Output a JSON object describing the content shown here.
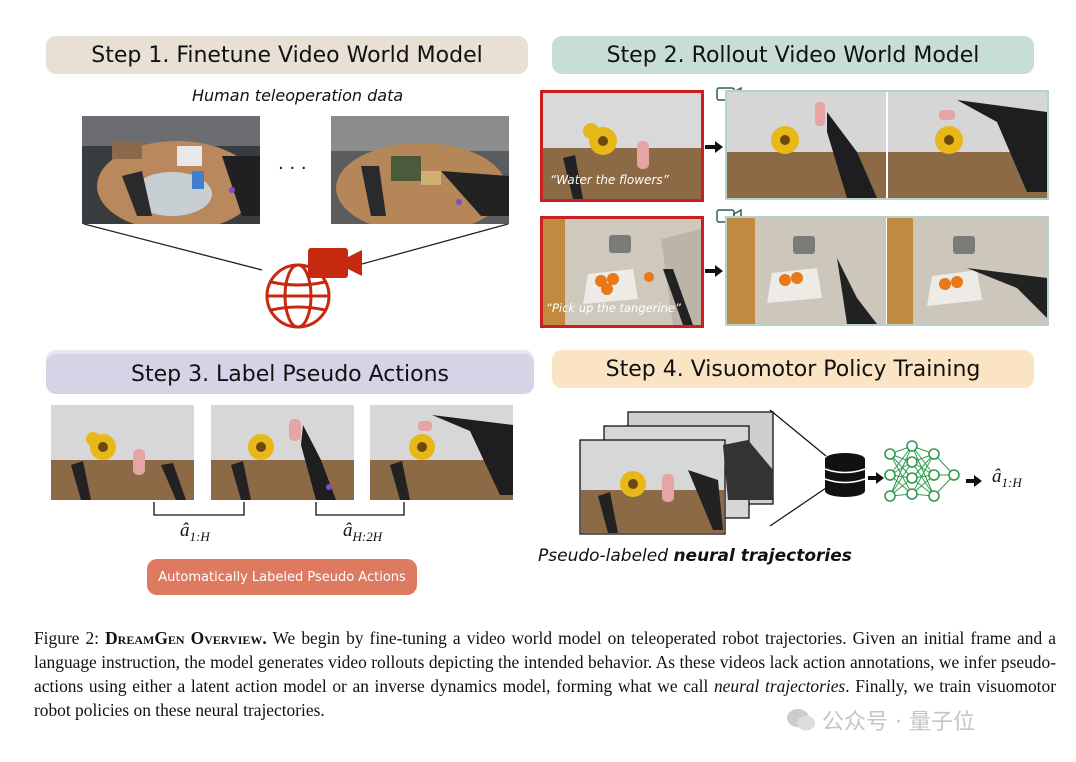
{
  "steps": {
    "s1": "Step 1. Finetune Video World Model",
    "s2": "Step 2. Rollout Video World Model",
    "s3": "Step 3. Label Pseudo Actions",
    "s4": "Step 4. Visuomotor Policy Training"
  },
  "step1": {
    "subtitle": "Human teleoperation data",
    "ellipsis": "· · ·"
  },
  "step2": {
    "prompt1": "“Water the flowers”",
    "prompt2": "“Pick up the tangerine”"
  },
  "step3": {
    "action1_main": "â",
    "action1_sub": "1:H",
    "action2_main": "â",
    "action2_sub": "H:2H",
    "pill": "Automatically Labeled Pseudo Actions"
  },
  "step4": {
    "output_main": "â",
    "output_sub": "1:H",
    "caption_plain": "Pseudo-labeled ",
    "caption_bold": "neural trajectories"
  },
  "caption": {
    "prefix": "Figure 2: ",
    "title": "DreamGen Overview.",
    "text1": " We begin by fine-tuning a video world model on teleoperated robot trajectories. Given an initial frame and a language instruction, the model generates video rollouts depicting the intended behavior. As these videos lack action annotations, we infer pseudo-actions using either a latent action model or an inverse dynamics model, forming what we call ",
    "italic": "neural trajectories",
    "text2": ". Finally, we train visuomotor robot policies on these neural trajectories."
  },
  "watermark": "公众号 · 量子位",
  "colors": {
    "step1_bg": "#e8e0d4",
    "step2_bg": "#c8ddd6",
    "step3_bg": "#d5d3e6",
    "step4_bg": "#fbe4c3",
    "highlight_border": "#cc2020",
    "icon_red": "#c62810",
    "pill": "#dd7a60",
    "network": "#2e9b4f"
  }
}
